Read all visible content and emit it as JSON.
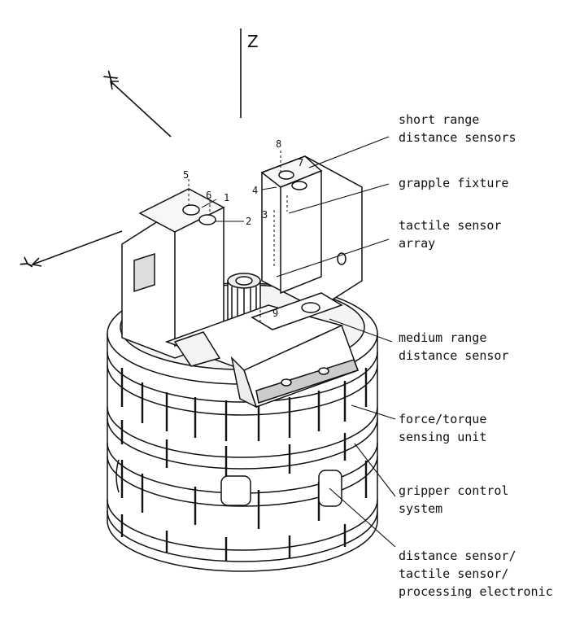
{
  "axes": {
    "z": "Z",
    "x": "X",
    "y": "Y"
  },
  "labels": {
    "short_range_1": "short range",
    "short_range_2": "distance sensors",
    "grapple": "grapple fixture",
    "tactile_1": "tactile sensor",
    "tactile_2": "array",
    "medium_1": "medium range",
    "medium_2": "distance sensor",
    "force_1": "force/torque",
    "force_2": "sensing unit",
    "gripper_1": "gripper control",
    "gripper_2": "system",
    "elec_1": "distance sensor/",
    "elec_2": "tactile sensor/",
    "elec_3": "processing electronic"
  },
  "numbers": {
    "n1": "1",
    "n2": "2",
    "n3": "3",
    "n4": "4",
    "n5": "5",
    "n6": "6",
    "n7": "7",
    "n8": "8",
    "n9": "9"
  }
}
